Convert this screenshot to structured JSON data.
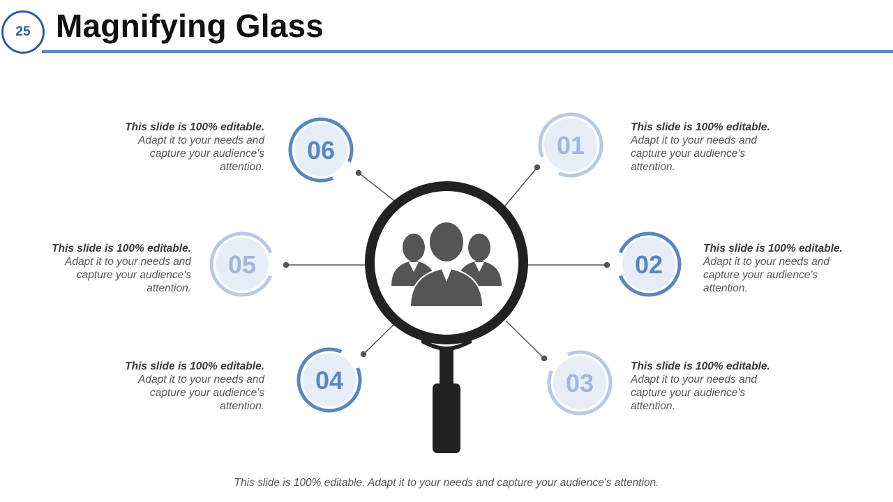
{
  "slide_number": "25",
  "title": "Magnifying Glass",
  "center_icon": "people-group-icon",
  "colors": {
    "dark_ring": "#5a86bd",
    "light_ring": "#b7c9e3",
    "fill": "#e7edf7",
    "dark_num": "#5a86bd",
    "light_num": "#9fb7d9",
    "glass": "#222222",
    "people": "#555555"
  },
  "steps": [
    {
      "num": "01",
      "head": "This slide is 100% editable.",
      "body": "Adapt it to your needs and capture your audience's attention."
    },
    {
      "num": "02",
      "head": "This slide is 100% editable.",
      "body": "Adapt it to your needs and capture your audience's attention."
    },
    {
      "num": "03",
      "head": "This slide is 100% editable.",
      "body": "Adapt it to your needs and capture your audience's attention."
    },
    {
      "num": "04",
      "head": "This slide is 100% editable.",
      "body": "Adapt it to your needs and capture your audience's attention."
    },
    {
      "num": "05",
      "head": "This slide is 100% editable.",
      "body": "Adapt it to your needs and capture your audience's attention."
    },
    {
      "num": "06",
      "head": "This slide is 100% editable.",
      "body": "Adapt it to your needs and capture your audience's attention."
    }
  ],
  "footer": "This slide is 100% editable. Adapt it to your needs and capture your audience's attention."
}
